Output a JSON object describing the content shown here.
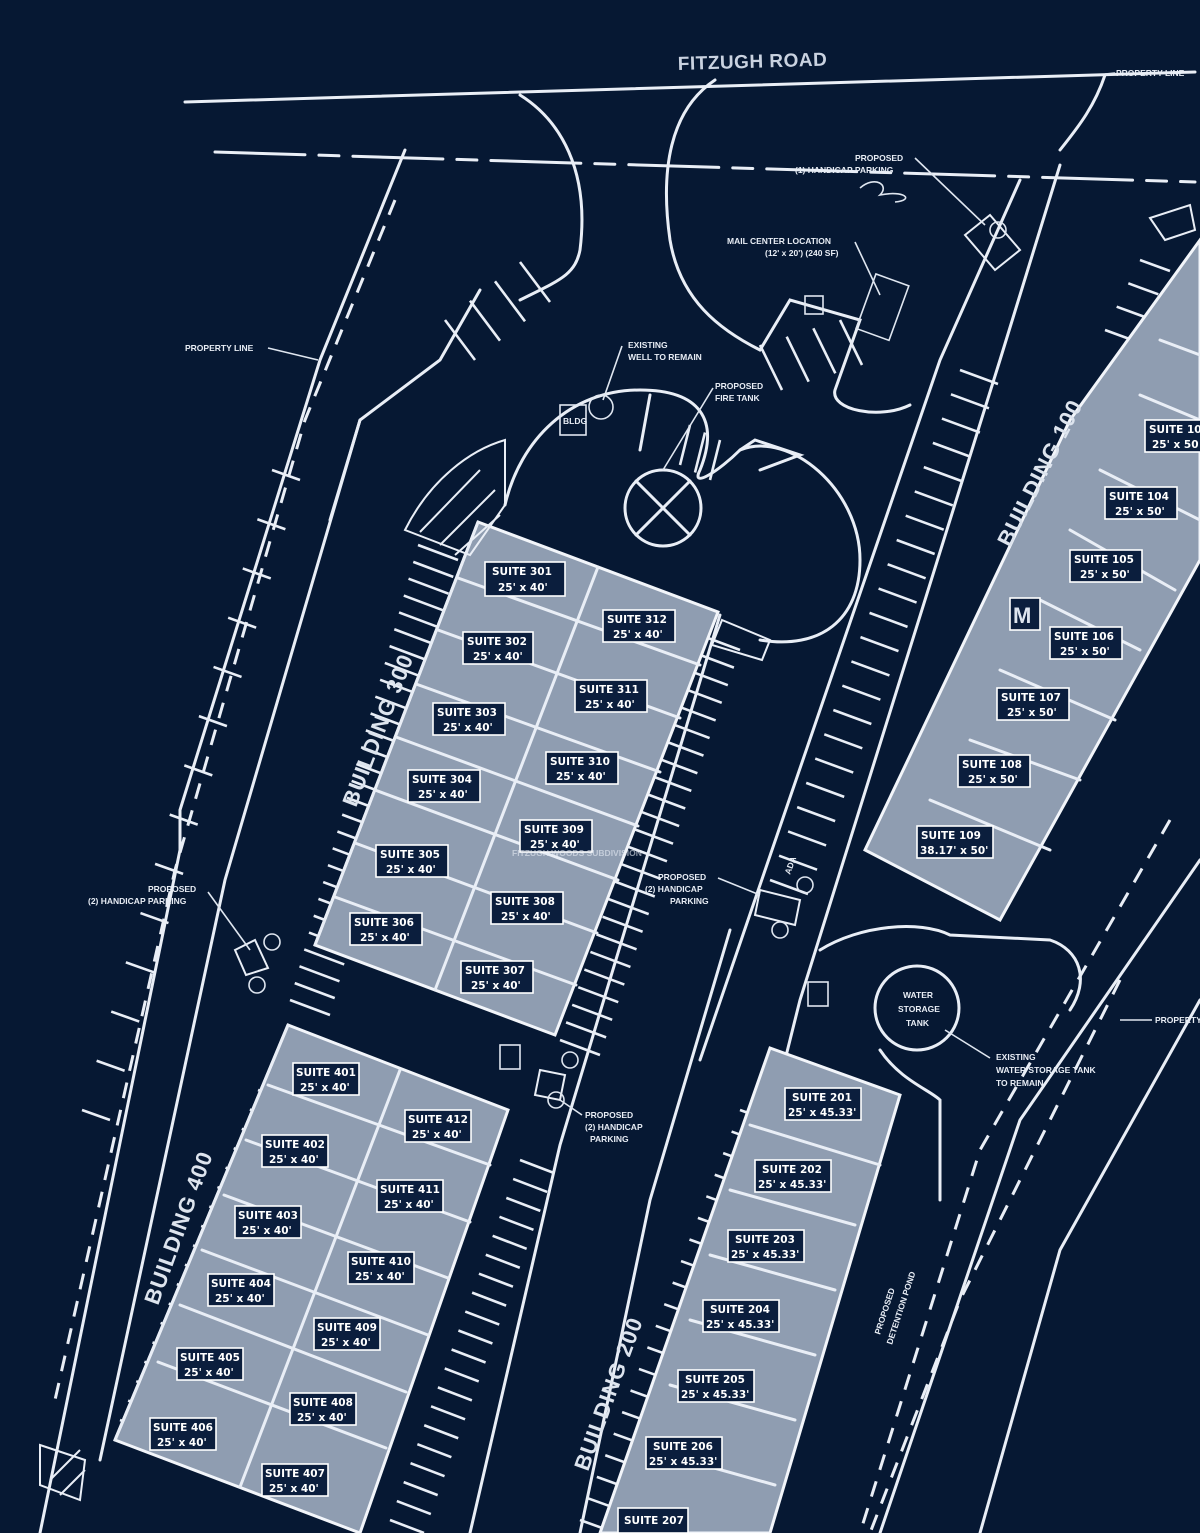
{
  "road": {
    "name": "FITZUGH ROAD"
  },
  "labels": {
    "property_line": "PROPERTY LINE",
    "proposed": "PROPOSED",
    "handicap_1": "(1) HANDICAP PARKING",
    "handicap_2": "(2) HANDICAP",
    "handicap_2b": "(2) HANDICAP PARKING",
    "parking": "PARKING",
    "mail_center": "MAIL CENTER LOCATION",
    "mail_center_size": "(12' x 20') (240 SF)",
    "existing": "EXISTING",
    "well": "WELL TO REMAIN",
    "fire_tank": "FIRE TANK",
    "water": "WATER",
    "storage": "STORAGE",
    "tank": "TANK",
    "existing_tank": "WATER STORAGE TANK",
    "to_remain": "TO REMAIN",
    "detention_1": "PROPOSED",
    "detention_2": "DETENTION POND",
    "subdivision": "FITZUGH WOODS SUBDIVISION",
    "mailbox": "M",
    "bldg_tag": "BLDG",
    "ada": "ADA"
  },
  "buildings": {
    "b100": "BUILDING 100",
    "b200": "BUILDING 200",
    "b300": "BUILDING 300",
    "b400": "BUILDING 400"
  },
  "suites": [
    {
      "name": "SUITE 301",
      "size": "25' x 40'"
    },
    {
      "name": "SUITE 302",
      "size": "25' x 40'"
    },
    {
      "name": "SUITE 303",
      "size": "25' x 40'"
    },
    {
      "name": "SUITE 304",
      "size": "25' x 40'"
    },
    {
      "name": "SUITE 305",
      "size": "25' x 40'"
    },
    {
      "name": "SUITE 306",
      "size": "25' x 40'"
    },
    {
      "name": "SUITE 307",
      "size": "25' x 40'"
    },
    {
      "name": "SUITE 308",
      "size": "25' x 40'"
    },
    {
      "name": "SUITE 309",
      "size": "25' x 40'"
    },
    {
      "name": "SUITE 310",
      "size": "25' x 40'"
    },
    {
      "name": "SUITE 311",
      "size": "25' x 40'"
    },
    {
      "name": "SUITE 312",
      "size": "25' x 40'"
    },
    {
      "name": "SUITE 104",
      "size": "25' x 50'"
    },
    {
      "name": "SUITE 105",
      "size": "25' x 50'"
    },
    {
      "name": "SUITE 106",
      "size": "25' x 50'"
    },
    {
      "name": "SUITE 107",
      "size": "25' x 50'"
    },
    {
      "name": "SUITE 108",
      "size": "25' x 50'"
    },
    {
      "name": "SUITE 109",
      "size": "38.17' x 50'"
    },
    {
      "name": "SUITE 10",
      "size": "25' x 50"
    },
    {
      "name": "SUITE 201",
      "size": "25' x 45.33'"
    },
    {
      "name": "SUITE 202",
      "size": "25' x 45.33'"
    },
    {
      "name": "SUITE 203",
      "size": "25' x 45.33'"
    },
    {
      "name": "SUITE 204",
      "size": "25' x 45.33'"
    },
    {
      "name": "SUITE 205",
      "size": "25' x 45.33'"
    },
    {
      "name": "SUITE 206",
      "size": "25' x 45.33'"
    },
    {
      "name": "SUITE 207",
      "size": ""
    },
    {
      "name": "SUITE 401",
      "size": "25' x 40'"
    },
    {
      "name": "SUITE 402",
      "size": "25' x 40'"
    },
    {
      "name": "SUITE 403",
      "size": "25' x 40'"
    },
    {
      "name": "SUITE 404",
      "size": "25' x 40'"
    },
    {
      "name": "SUITE 405",
      "size": "25' x 40'"
    },
    {
      "name": "SUITE 406",
      "size": "25' x 40'"
    },
    {
      "name": "SUITE 407",
      "size": "25' x 40'"
    },
    {
      "name": "SUITE 408",
      "size": "25' x 40'"
    },
    {
      "name": "SUITE 409",
      "size": "25' x 40'"
    },
    {
      "name": "SUITE 410",
      "size": "25' x 40'"
    },
    {
      "name": "SUITE 411",
      "size": "25' x 40'"
    },
    {
      "name": "SUITE 412",
      "size": "25' x 40'"
    }
  ],
  "colors": {
    "background": "#061833",
    "lines": "#e9eef6",
    "building_fill": "#8f9db1"
  }
}
